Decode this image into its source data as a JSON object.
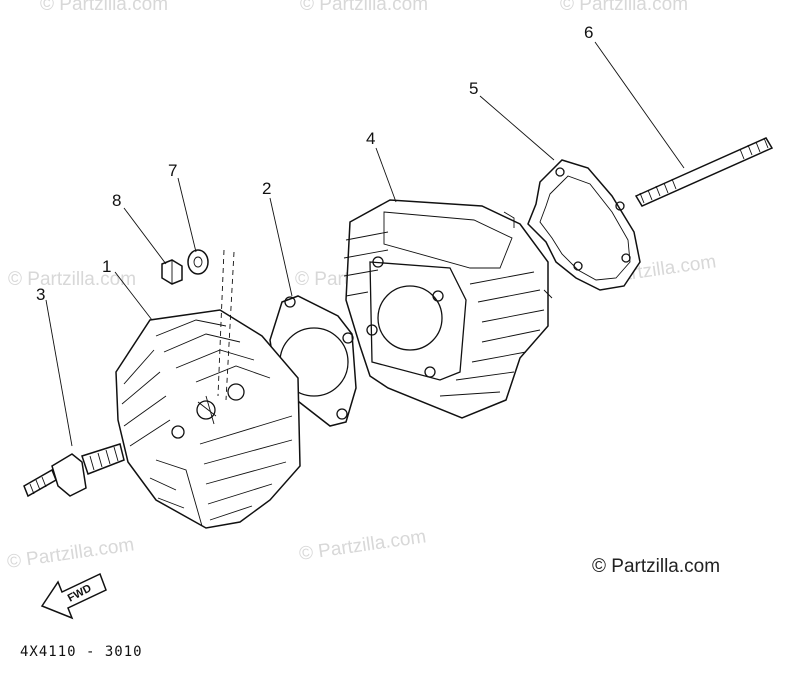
{
  "watermark_text": "© Partzilla.com",
  "copyright": "© Partzilla.com",
  "part_number": "4X4110 - 3010",
  "fwd_label": "FWD",
  "callouts": [
    {
      "id": "1",
      "label": "1",
      "part": "cylinder-head"
    },
    {
      "id": "2",
      "label": "2",
      "part": "cylinder-head-gasket"
    },
    {
      "id": "3",
      "label": "3",
      "part": "spark-plug"
    },
    {
      "id": "4",
      "label": "4",
      "part": "cylinder"
    },
    {
      "id": "5",
      "label": "5",
      "part": "cylinder-base-gasket"
    },
    {
      "id": "6",
      "label": "6",
      "part": "stud-bolt"
    },
    {
      "id": "7",
      "label": "7",
      "part": "washer"
    },
    {
      "id": "8",
      "label": "8",
      "part": "nut"
    }
  ]
}
